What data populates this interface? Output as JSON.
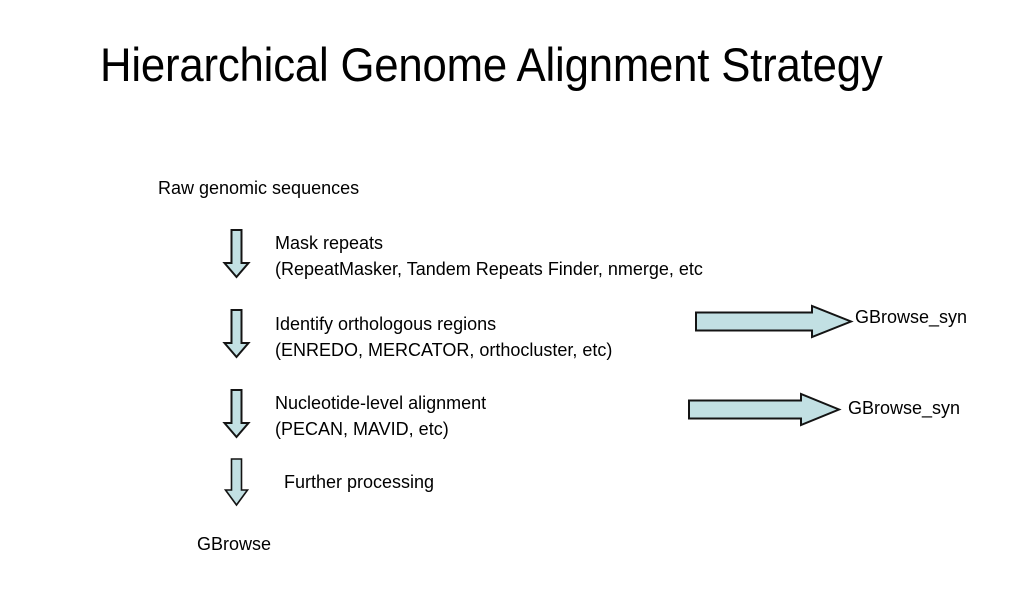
{
  "slide": {
    "title": "Hierarchical Genome Alignment Strategy",
    "background_color": "#ffffff",
    "text_color": "#000000"
  },
  "colors": {
    "arrow_fill": "#c2e0e3",
    "arrow_outline": "#141414",
    "background": "#ffffff",
    "text": "#000000"
  },
  "flow": {
    "start_label": "Raw genomic sequences",
    "end_label": "GBrowse",
    "steps": [
      {
        "id": "mask-repeats",
        "line1": "Mask repeats",
        "line2": "(RepeatMasker, Tandem Repeats Finder, nmerge, etc"
      },
      {
        "id": "identify-orthologous-regions",
        "line1": "Identify orthologous regions",
        "line2": "(ENREDO, MERCATOR, orthocluster, etc)"
      },
      {
        "id": "nucleotide-level-alignment",
        "line1": "Nucleotide-level alignment",
        "line2": "(PECAN, MAVID, etc)"
      },
      {
        "id": "further-processing",
        "line1": "Further processing",
        "line2": ""
      }
    ],
    "branches": [
      {
        "id": "branch-orthologous",
        "label": "GBrowse_syn"
      },
      {
        "id": "branch-alignment",
        "label": "GBrowse_syn"
      }
    ],
    "arrow_icons": {
      "down": "arrow-down-icon",
      "right": "arrow-right-icon"
    }
  }
}
